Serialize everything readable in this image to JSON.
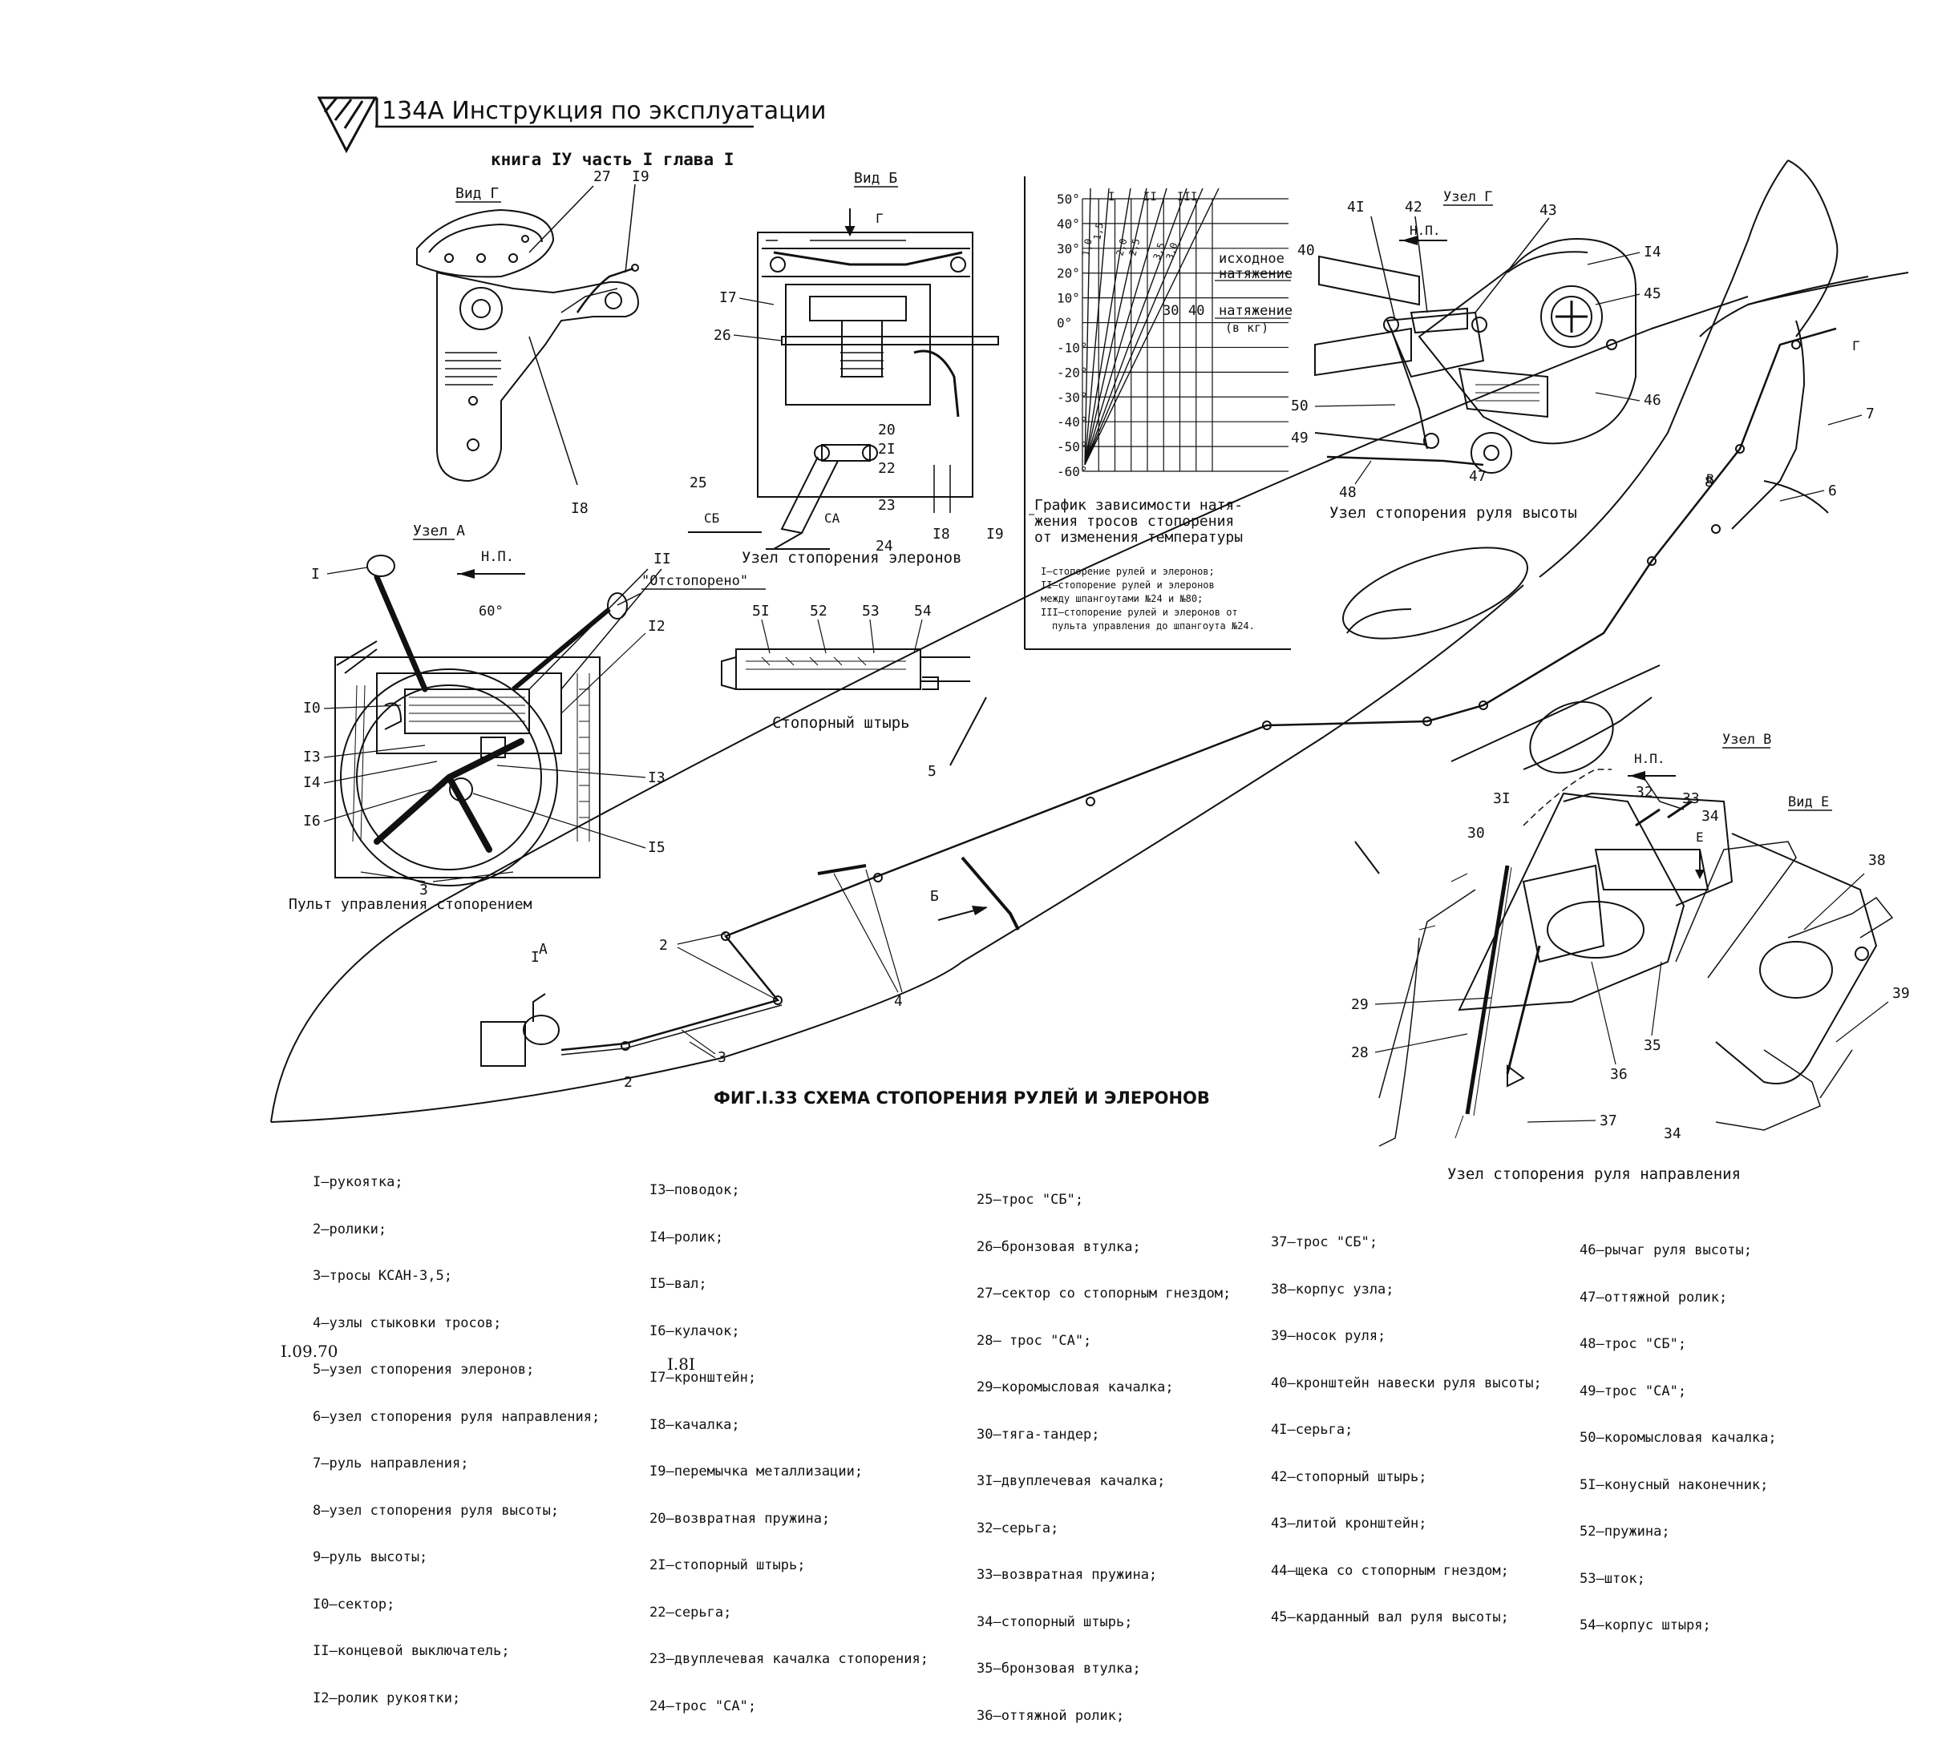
{
  "header": {
    "title": "134А Инструкция по эксплуатации",
    "subtitle": "книга IУ часть I глава I"
  },
  "figure": {
    "caption": "ФИГ.I.33 СХЕМА СТОПОРЕНИЯ РУЛЕЙ И ЭЛЕРОНОВ"
  },
  "views": {
    "vid_g": "Вид Г",
    "vid_b": "Вид Б",
    "uzel_g": "Узел Г",
    "uzel_a": "Узел А",
    "uzel_v": "Узел В",
    "vid_e": "Вид Е",
    "np1": "Н.П.",
    "np2": "Н.П.",
    "np3": "Н.П.",
    "otstoporeno": "\"Отстопорено\"",
    "angle": "60°",
    "sb": "СБ",
    "sa": "СА",
    "b_letter": "Б",
    "g_letter": "Г",
    "a_letter": "А",
    "e_letter": "Е",
    "v_letter": "В"
  },
  "captions": {
    "aileron_lock": "Узел стопорения элеронов",
    "lock_pin": "Стопорный штырь",
    "elevator_lock": "Узел стопорения руля высоты",
    "control_panel": "Пульт управления стопорением",
    "rudder_lock": "Узел стопорения руля направления"
  },
  "chart_data": {
    "type": "line",
    "title": "График зависимости натяжения тросов стопорения от изменения температуры",
    "title_lines": [
      "График зависимости натя-",
      "жения тросов стопорения",
      "от изменения температуры"
    ],
    "ylabel_ticks": [
      "50°",
      "40°",
      "30°",
      "20°",
      "10°",
      "0°",
      "-10°",
      "-20°",
      "-30°",
      "-40°",
      "-50°",
      "-60°"
    ],
    "y_values": [
      50,
      40,
      30,
      20,
      10,
      0,
      -10,
      -20,
      -30,
      -40,
      -50,
      -60
    ],
    "ylim": [
      -60,
      50
    ],
    "x_ticks": [
      "30",
      "40"
    ],
    "x_label": "натяжение",
    "x_unit": "(в кг)",
    "initial_label": [
      "исходное",
      "натяжение"
    ],
    "series": [
      {
        "name": "I",
        "labels": [
          "1,5",
          "1,0"
        ]
      },
      {
        "name": "II",
        "labels": [
          "2,0",
          "2,5"
        ]
      },
      {
        "name": "III",
        "labels": [
          "3,5",
          "3,0"
        ]
      }
    ],
    "notes": [
      "I–стопорение рулей и элеронов;",
      "II–стопорение рулей и элеронов",
      "между шпангоутами №24 и №80;",
      "III–стопорение рулей и элеронов от",
      "пульта управления до шпангоута №24."
    ]
  },
  "callouts": [
    "27",
    "I9",
    "I7",
    "26",
    "20",
    "2I",
    "22",
    "23",
    "24",
    "25",
    "I8",
    "I9",
    "I8",
    "4I",
    "42",
    "43",
    "40",
    "I4",
    "45",
    "50",
    "49",
    "48",
    "47",
    "46",
    "I",
    "II",
    "I0",
    "I2",
    "I3",
    "I4",
    "I6",
    "I3",
    "I5",
    "3",
    "5I",
    "52",
    "53",
    "54",
    "5",
    "2",
    "4",
    "3",
    "2",
    "I",
    "8",
    "6",
    "7",
    "3I",
    "32",
    "33",
    "34",
    "30",
    "38",
    "29",
    "28",
    "36",
    "35",
    "39",
    "37",
    "34"
  ],
  "legend": {
    "col1": [
      "I–рукоятка;",
      "2–ролики;",
      "3–тросы КСАН-3,5;",
      "4–узлы стыковки тросов;",
      "5–узел стопорения элеронов;",
      "6–узел стопорения руля направления;",
      "7–руль направления;",
      "8–узел стопорения руля высоты;",
      "9–руль высоты;",
      "I0–сектор;",
      "II–концевой выключатель;",
      "I2–ролик рукоятки;"
    ],
    "col2": [
      "I3–поводок;",
      "I4–ролик;",
      "I5–вал;",
      "I6–кулачок;",
      "I7–кронштейн;",
      "I8–качалка;",
      "I9–перемычка металлизации;",
      "20–возвратная пружина;",
      "2I–стопорный штырь;",
      "22–серьга;",
      "23–двуплечевая качалка стопорения;",
      "24–трос \"СА\";"
    ],
    "col3": [
      "25–трос \"СБ\";",
      "26–бронзовая втулка;",
      "27–сектор со стопорным гнездом;",
      "28– трос \"СА\";",
      "29–коромысловая качалка;",
      "30–тяга-тандер;",
      "3I–двуплечевая качалка;",
      "32–серьга;",
      "33–возвратная пружина;",
      "34–стопорный штырь;",
      "35–бронзовая втулка;",
      "36–оттяжной ролик;"
    ],
    "col4": [
      "37–трос \"СБ\";",
      "38–корпус узла;",
      "39–носок руля;",
      "40–кронштейн навески руля высоты;",
      "4I–серьга;",
      "42–стопорный штырь;",
      "43–литой кронштейн;",
      "44–щека со стопорным гнездом;",
      "45–карданный вал руля высоты;"
    ],
    "col5": [
      "46–рычаг руля высоты;",
      "47–оттяжной ролик;",
      "48–трос \"СБ\";",
      "49–трос \"СА\";",
      "50–коромысловая качалка;",
      "5I–конусный наконечник;",
      "52–пружина;",
      "53–шток;",
      "54–корпус штыря;"
    ]
  },
  "footer": {
    "date": "I.09.70",
    "page": "I.8I"
  }
}
